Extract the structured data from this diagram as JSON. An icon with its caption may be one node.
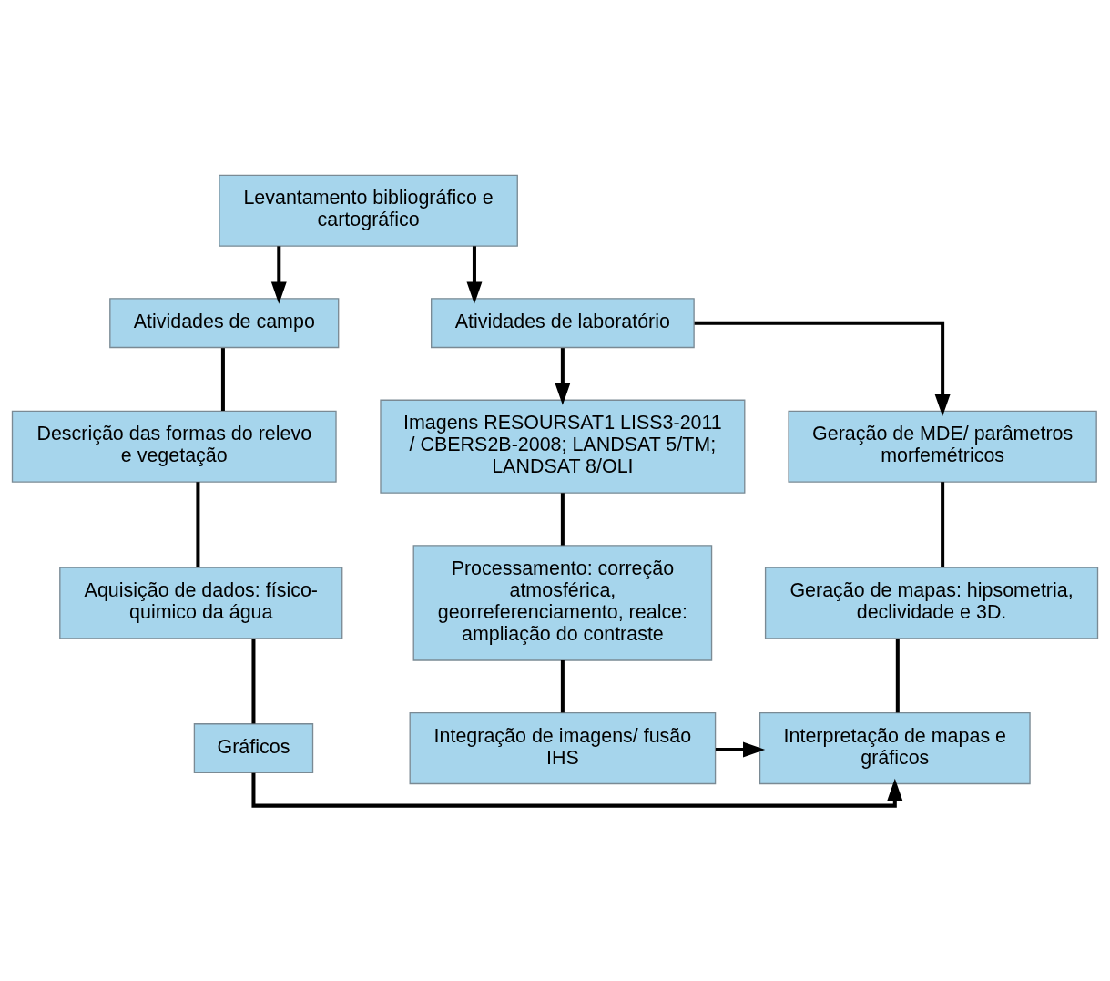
{
  "diagram": {
    "nodes": [
      {
        "text": [
          "Levantamento bibliográfico e cartográfico"
        ]
      },
      {
        "text": [
          "Atividades de campo"
        ]
      },
      {
        "text": [
          "Atividades de laboratório"
        ]
      },
      {
        "text": [
          "Descrição das formas do relevo e vegetação"
        ]
      },
      {
        "text": [
          "Geração de MDE/ parâmetros morfemétricos"
        ]
      },
      {
        "text": [
          "Imagens RESOURSAT1 LISS3-2011 / CBERS2B-2008; LANDSAT 5/TM; LANDSAT 8/OLI"
        ]
      },
      {
        "text": [
          "Aquisição de dados: físico-quimico da água"
        ]
      },
      {
        "text": [
          "Geração de mapas: hipsometria, declividade e 3D."
        ]
      },
      {
        "text": [
          "Processamento: correção atmosférica, georreferenciamento, realce: ampliação do contraste"
        ]
      },
      {
        "text": [
          "Gráficos"
        ]
      },
      {
        "text": [
          "Interpretação de mapas e gráficos"
        ]
      },
      {
        "text": [
          "Integração de imagens/ fusão IHS"
        ]
      }
    ],
    "edges": [
      {
        "from": 0,
        "to": 1,
        "arrow": "to"
      },
      {
        "from": 0,
        "to": 2,
        "arrow": "to"
      },
      {
        "from": 2,
        "to": 4,
        "arrow": "to"
      },
      {
        "from": 2,
        "to": 5,
        "arrow": "to"
      },
      {
        "from": 1,
        "to": 3,
        "arrow": "none"
      },
      {
        "from": 3,
        "to": 6,
        "arrow": "none"
      },
      {
        "from": 6,
        "to": 9,
        "arrow": "none"
      },
      {
        "from": 4,
        "to": 7,
        "arrow": "none"
      },
      {
        "from": 7,
        "to": 10,
        "arrow": "none"
      },
      {
        "from": 5,
        "to": 8,
        "arrow": "none"
      },
      {
        "from": 8,
        "to": 11,
        "arrow": "none"
      },
      {
        "from": 9,
        "to": 10,
        "arrow": "to"
      },
      {
        "from": 11,
        "to": 10,
        "arrow": "to"
      }
    ]
  }
}
